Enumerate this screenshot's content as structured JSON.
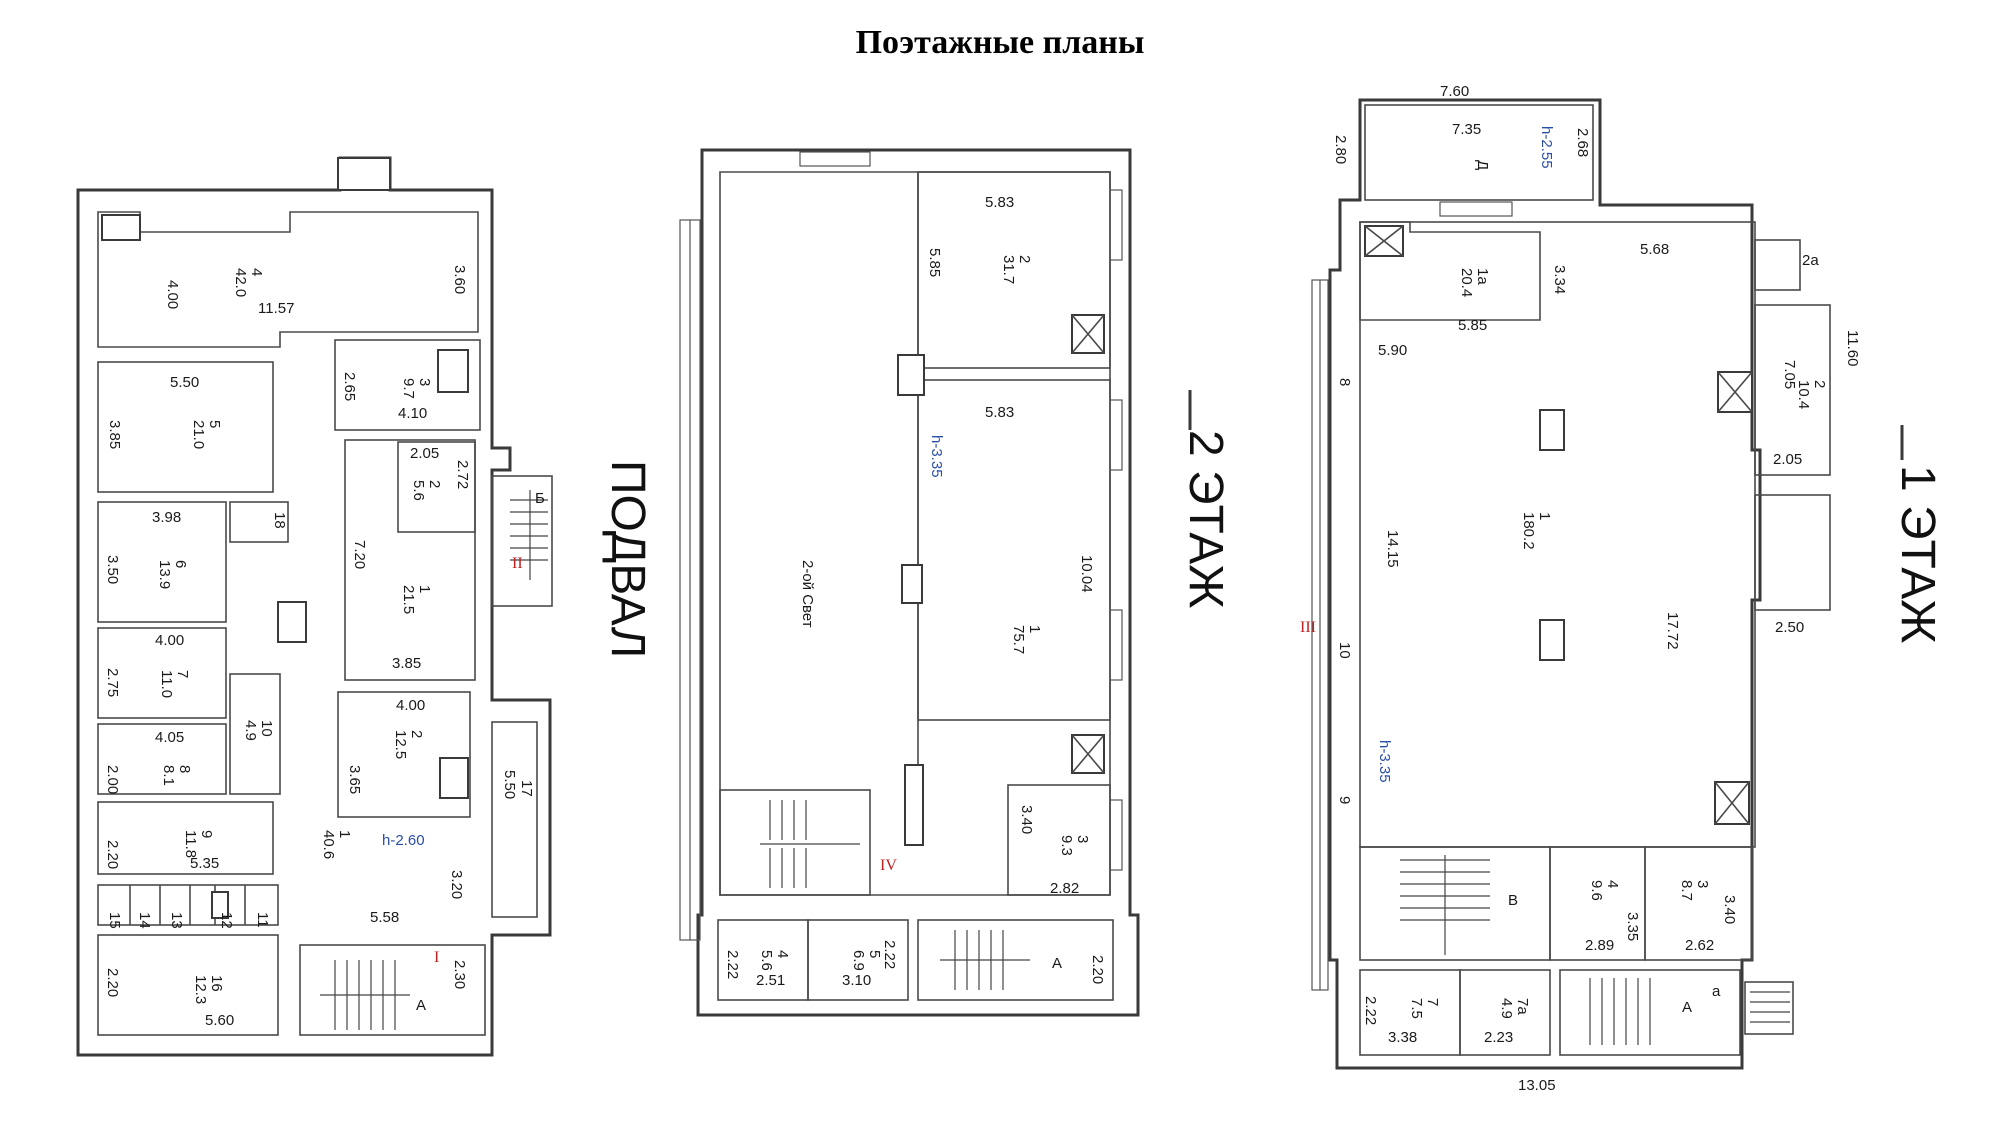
{
  "title": "Поэтажные планы",
  "basement": {
    "label": "ПОДВАЛ",
    "height": "h-2.60",
    "axis_mark": "I",
    "axis_mark_2": "II",
    "stair_label": "Б",
    "stair_a": "А",
    "dims": [
      "4.00",
      "11.57",
      "3.60",
      "5.50",
      "3.85",
      "3.98",
      "3.50",
      "4.00",
      "2.75",
      "4.05",
      "2.00",
      "2.20",
      "5.35",
      "2.20",
      "5.60",
      "2.65",
      "4.10",
      "2.05",
      "2.72",
      "7.20",
      "3.85",
      "4.00",
      "3.65",
      "5.50",
      "3.20",
      "5.58",
      "2.30"
    ],
    "rooms": [
      {
        "n": "4",
        "area": "42.0"
      },
      {
        "n": "5",
        "area": "21.0"
      },
      {
        "n": "6",
        "area": "13.9"
      },
      {
        "n": "7",
        "area": "11.0"
      },
      {
        "n": "8",
        "area": "8.1"
      },
      {
        "n": "9",
        "area": "11.8"
      },
      {
        "n": "16",
        "area": "12.3"
      },
      {
        "n": "3",
        "area": "9.7"
      },
      {
        "n": "2",
        "area": "5.6"
      },
      {
        "n": "1",
        "area": "21.5"
      },
      {
        "n": "2",
        "area": "12.5"
      },
      {
        "n": "10",
        "area": "4.9"
      },
      {
        "n": "1",
        "area": "40.6"
      }
    ],
    "small_rooms": [
      "18",
      "17",
      "15",
      "14",
      "13",
      "12",
      "11"
    ]
  },
  "floor2": {
    "label": "2 ЭТАЖ",
    "height": "h-3.35",
    "void_label": "2-ой Свет",
    "axis_mark": "IV",
    "stair_a": "А",
    "dims": [
      "5.83",
      "5.85",
      "5.83",
      "10.04",
      "3.40",
      "2.82",
      "2.22",
      "2.51",
      "2.22",
      "3.10",
      "2.20"
    ],
    "rooms": [
      {
        "n": "2",
        "area": "31.7"
      },
      {
        "n": "1",
        "area": "75.7"
      },
      {
        "n": "3",
        "area": "9.3"
      },
      {
        "n": "4",
        "area": "5.6"
      },
      {
        "n": "5",
        "area": "6.9"
      }
    ]
  },
  "floor1": {
    "label": "1 ЭТАЖ",
    "height_top": "h-2.55",
    "height_main": "h-3.35",
    "axis_mark": "III",
    "stair_v": "В",
    "stair_a": "А",
    "room_a": "а",
    "room_d": "Д",
    "room_2a": "2а",
    "dims": [
      "7.60",
      "7.35",
      "2.80",
      "2.68",
      "5.68",
      "3.34",
      "5.85",
      "5.90",
      "11.60",
      "7.05",
      "2.05",
      "14.15",
      "17.72",
      "2.50",
      "3.35",
      "3.40",
      "2.89",
      "2.62",
      "2.22",
      "3.38",
      "2.23",
      "13.05"
    ],
    "side_nums": [
      "8",
      "10",
      "9"
    ],
    "rooms": [
      {
        "n": "1а",
        "area": "20.4"
      },
      {
        "n": "2",
        "area": "10.4"
      },
      {
        "n": "1",
        "area": "180.2"
      },
      {
        "n": "4",
        "area": "9.6"
      },
      {
        "n": "3",
        "area": "8.7"
      },
      {
        "n": "7",
        "area": "7.5"
      },
      {
        "n": "7а",
        "area": "4.9"
      }
    ]
  }
}
